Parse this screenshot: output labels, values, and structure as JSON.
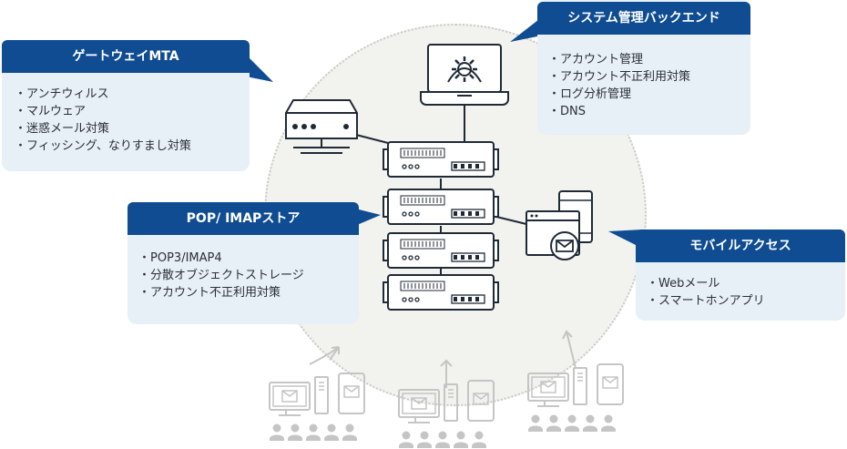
{
  "colors": {
    "title_bg": "#0f4c92",
    "card_bg": "#e6f0f6",
    "circle_bg": "#f2f2ee",
    "server_stroke": "#1f2a37",
    "faded": "#c4c6c4"
  },
  "cards": {
    "gateway": {
      "title": "ゲートウェイMTA",
      "items": [
        "アンチウィルス",
        "マルウェア",
        "迷惑メール対策",
        "フィッシング、なりすまし対策"
      ]
    },
    "backend": {
      "title": "システム管理バックエンド",
      "items": [
        "アカウント管理",
        "アカウント不正利用対策",
        "ログ分析管理",
        "DNS"
      ]
    },
    "store": {
      "title": "POP/ IMAPストア",
      "items": [
        "POP3/IMAP4",
        "分散オブジェクトストレージ",
        "アカウント不正利用対策"
      ]
    },
    "mobile": {
      "title": "モバイルアクセス",
      "items": [
        "Webメール",
        "スマートホンアプリ"
      ]
    }
  },
  "icons": {
    "admin": "laptop-gear-icon",
    "gateway": "router-icon",
    "servers": "rack-server-icon",
    "mobile": "webmail-phone-icon",
    "users": "user-device-group-icon"
  }
}
